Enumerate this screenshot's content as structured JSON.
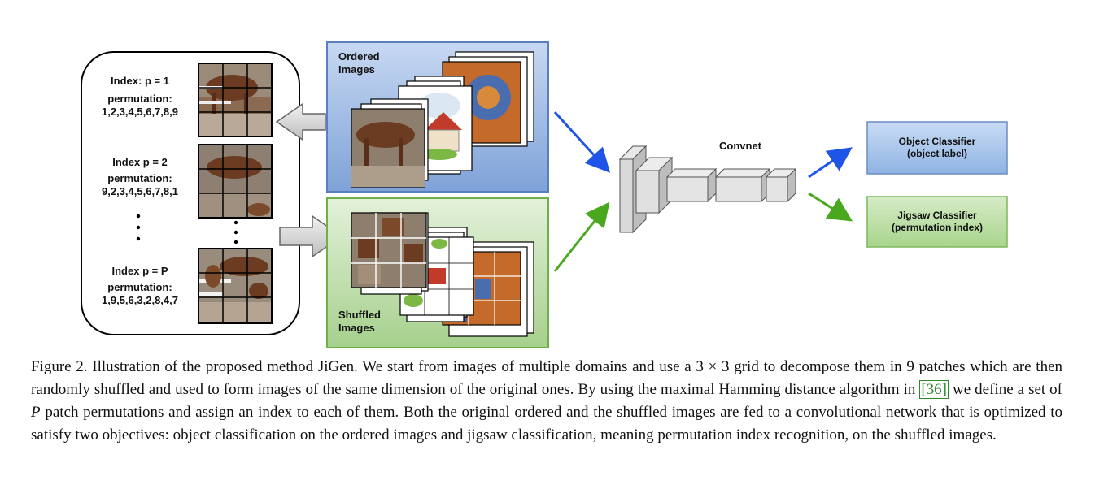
{
  "left_panel": {
    "entries": [
      {
        "index": "Index: p = 1",
        "perm_label": "permutation:",
        "perm": "1,2,3,4,5,6,7,8,9"
      },
      {
        "index": "Index p = 2",
        "perm_label": "permutation:",
        "perm": "9,2,3,4,5,6,7,8,1"
      },
      {
        "index": "Index p = P",
        "perm_label": "permutation:",
        "perm": "1,9,5,6,3,2,8,4,7"
      }
    ]
  },
  "ordered_box": {
    "label_line1": "Ordered",
    "label_line2": "Images",
    "color": "#7ea2d8"
  },
  "shuffled_box": {
    "label_line1": "Shuffled",
    "label_line2": "Images",
    "color": "#a6d08c"
  },
  "convnet": {
    "label": "Convnet"
  },
  "object_classifier": {
    "line1": "Object Classifier",
    "line2": "(object label)",
    "color": "#8fb3e3"
  },
  "jigsaw_classifier": {
    "line1": "Jigsaw Classifier",
    "line2": "(permutation index)",
    "color": "#a8d58c"
  },
  "caption": {
    "part1": "Figure 2. Illustration of the proposed method JiGen. We start from images of multiple domains and use a 3 × 3 grid to decompose them in 9 patches which are then randomly shuffled and used to form images of the same dimension of the original ones. By using the maximal Hamming distance algorithm in ",
    "cite": "[36]",
    "part2": " we define a set of ",
    "var": "P",
    "part3": " patch permutations and assign an index to each of them. Both the original ordered and the shuffled images are fed to a convolutional network that is optimized to satisfy two objectives: object classification on the ordered images and jigsaw classification, meaning permutation index recognition, on the shuffled images."
  }
}
